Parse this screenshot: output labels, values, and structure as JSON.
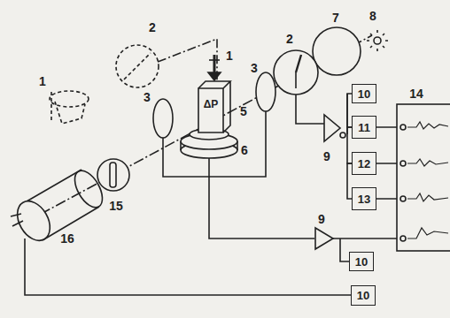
{
  "diagram": {
    "nodes": [
      {
        "text": [
          "10"
        ]
      },
      {
        "text": [
          "11"
        ]
      },
      {
        "text": [
          "12"
        ]
      },
      {
        "text": [
          "13"
        ]
      },
      {
        "text": [
          "10"
        ]
      },
      {
        "text": [
          "10"
        ]
      }
    ],
    "edges": [
      {
        "from": 0,
        "to": 1,
        "arrow": "none"
      },
      {
        "from": 1,
        "to": 2,
        "arrow": "none"
      },
      {
        "from": 2,
        "to": 3,
        "arrow": "none"
      }
    ],
    "labels": [
      "2",
      "1",
      "1",
      "2",
      "3",
      "3",
      "7",
      "8",
      "5",
      "6",
      "9",
      "9",
      "14",
      "15",
      "16",
      "ΔP"
    ]
  }
}
